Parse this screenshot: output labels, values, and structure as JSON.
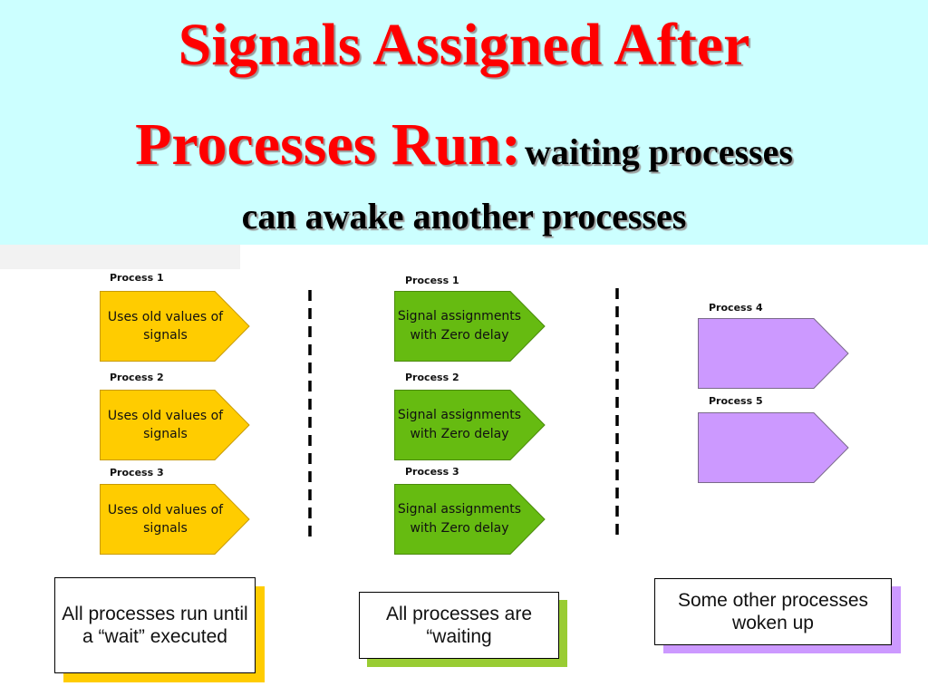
{
  "header": {
    "title_line1": "Signals Assigned After",
    "title_line2_main": "Processes Run:",
    "title_line2_sub": "waiting processes",
    "title_line3": "can awake another processes",
    "background": "#ccffff",
    "title_color": "#ff0000"
  },
  "columns": [
    {
      "fill": "#ffcc00",
      "processes": [
        {
          "label": "Process 1",
          "text": "Uses old values of signals"
        },
        {
          "label": "Process 2",
          "text": "Uses old values of signals"
        },
        {
          "label": "Process 3",
          "text": "Uses old values of signals"
        }
      ],
      "caption": "All processes run until a “wait” executed",
      "caption_shadow": "#ffcc00"
    },
    {
      "fill": "#66bb11",
      "processes": [
        {
          "label": "Process 1",
          "text": "Signal assignments with Zero delay"
        },
        {
          "label": "Process 2",
          "text": "Signal assignments with Zero delay"
        },
        {
          "label": "Process 3",
          "text": "Signal assignments with Zero delay"
        }
      ],
      "caption": "All processes are “waiting",
      "caption_shadow": "#99cc33"
    },
    {
      "fill": "#cc99ff",
      "processes": [
        {
          "label": "Process 4",
          "text": ""
        },
        {
          "label": "Process 5",
          "text": ""
        }
      ],
      "caption": "Some other processes woken up",
      "caption_shadow": "#cc99ff"
    }
  ]
}
